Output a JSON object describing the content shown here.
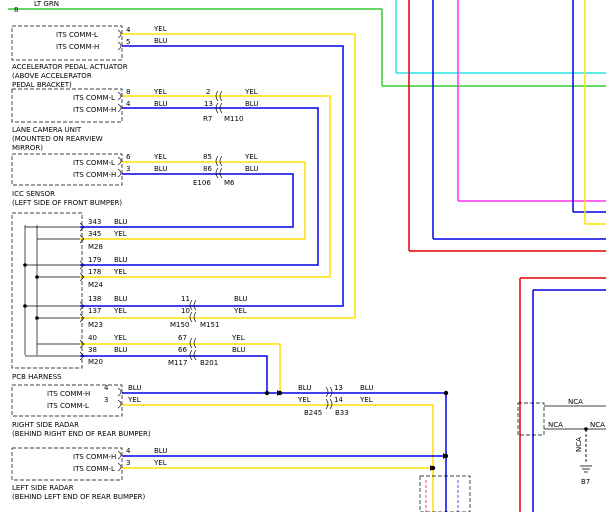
{
  "top": {
    "pin": "8",
    "wire": "LT GRN"
  },
  "components": [
    {
      "pins": [
        {
          "name": "ITS COMM-L",
          "num": "4",
          "wire": "YEL"
        },
        {
          "name": "ITS COMM-H",
          "num": "5",
          "wire": "BLU"
        }
      ],
      "label": [
        "ACCELERATOR PEDAL ACTUATOR",
        "(ABOVE ACCELERATOR",
        "PEDAL BRACKET)"
      ]
    },
    {
      "pins": [
        {
          "name": "ITS COMM-L",
          "num": "8",
          "wire": "YEL"
        },
        {
          "name": "ITS COMM-H",
          "num": "4",
          "wire": "BLU"
        }
      ],
      "inline": {
        "left_pins": [
          "2",
          "13"
        ],
        "right_wires": [
          "YEL",
          "BLU"
        ],
        "connectors": [
          "R7",
          "M110"
        ]
      },
      "label": [
        "LANE CAMERA UNIT",
        "(MOUNTED ON REARVIEW",
        "MIRROR)"
      ]
    },
    {
      "pins": [
        {
          "name": "ITS COMM-L",
          "num": "6",
          "wire": "YEL"
        },
        {
          "name": "ITS COMM-H",
          "num": "3",
          "wire": "BLU"
        }
      ],
      "inline": {
        "left_pins": [
          "85",
          "86"
        ],
        "right_wires": [
          "YEL",
          "BLU"
        ],
        "connectors": [
          "E106",
          "M6"
        ]
      },
      "label": [
        "ICC SENSOR",
        "(LEFT SIDE OF FRONT BUMPER)"
      ]
    }
  ],
  "harness": {
    "label": "PCB HARNESS",
    "groups": [
      {
        "pins": [
          "343",
          "345"
        ],
        "wires": [
          "BLU",
          "YEL"
        ],
        "connector": "M28"
      },
      {
        "pins": [
          "179",
          "178"
        ],
        "wires": [
          "BLU",
          "YEL"
        ],
        "connector": "M24"
      },
      {
        "pins": [
          "138",
          "137"
        ],
        "wires": [
          "BLU",
          "YEL"
        ],
        "connector": "M23",
        "inline": {
          "left_pins": [
            "11",
            "10"
          ],
          "right_wires": [
            "BLU",
            "YEL"
          ],
          "connectors": [
            "M150",
            "M151"
          ]
        }
      },
      {
        "pins": [
          "40",
          "38"
        ],
        "wires": [
          "YEL",
          "BLU"
        ],
        "connector": "M20",
        "inline": {
          "left_pins": [
            "67",
            "66"
          ],
          "right_wires": [
            "YEL",
            "BLU"
          ],
          "connectors": [
            "M117",
            "B201"
          ]
        }
      }
    ]
  },
  "radars": [
    {
      "pins": [
        {
          "name": "ITS COMM-H",
          "num": "4",
          "wire": "BLU"
        },
        {
          "name": "ITS COMM-L",
          "num": "3",
          "wire": "YEL"
        }
      ],
      "label": [
        "RIGHT SIDE RADAR",
        "(BEHIND RIGHT END OF REAR BUMPER)"
      ]
    },
    {
      "pins": [
        {
          "name": "ITS COMM-H",
          "num": "4",
          "wire": "BLU"
        },
        {
          "name": "ITS COMM-L",
          "num": "3",
          "wire": "YEL"
        }
      ],
      "label": [
        "LEFT SIDE RADAR",
        "(BEHIND LEFT END OF REAR BUMPER)"
      ]
    }
  ],
  "b245": {
    "left_wires": [
      "BLU",
      "YEL"
    ],
    "pins": [
      "13",
      "14"
    ],
    "right_wires": [
      "BLU",
      "YEL"
    ],
    "connectors": [
      "B245",
      "B33"
    ]
  },
  "right_side": {
    "nca_labels": [
      "NCA",
      "NCA",
      "NCA",
      "NCA"
    ],
    "ground": "B7"
  },
  "colors": {
    "yellow": "#ffe000",
    "blue": "#0000e6",
    "green": "#33cc33",
    "cyan": "#22e6e6",
    "magenta": "#ff33ee",
    "red": "#e60000",
    "black": "#000000"
  }
}
